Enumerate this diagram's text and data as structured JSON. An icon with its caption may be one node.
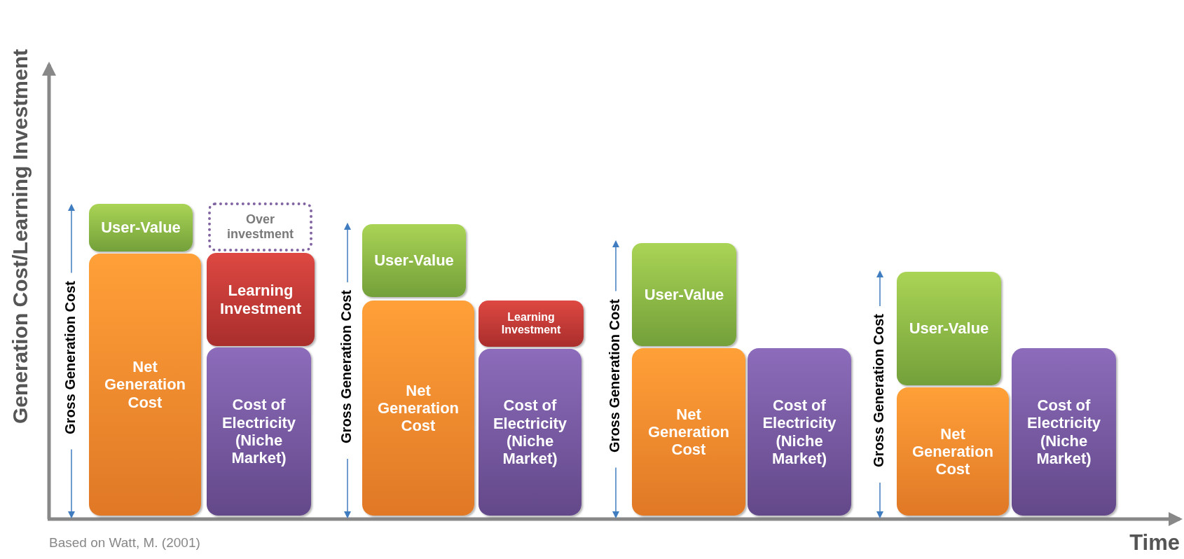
{
  "diagram": {
    "nodes": [
      {
        "text": [
          "User-Value"
        ]
      },
      {
        "text": [
          "Net Generation Cost"
        ]
      },
      {
        "text": [
          "Over investment"
        ]
      },
      {
        "text": [
          "Learning Investment"
        ]
      },
      {
        "text": [
          "Cost of Electricity (Niche Market)"
        ]
      },
      {
        "text": [
          "User-Value"
        ]
      },
      {
        "text": [
          "Net Generation Cost"
        ]
      },
      {
        "text": [
          "Learning Investment"
        ]
      },
      {
        "text": [
          "Cost of Electricity (Niche Market)"
        ]
      },
      {
        "text": [
          "User-Value"
        ]
      },
      {
        "text": [
          "Net Generation Cost"
        ]
      },
      {
        "text": [
          "Cost of Electricity (Niche Market)"
        ]
      },
      {
        "text": [
          "User-Value"
        ]
      },
      {
        "text": [
          "Net Generation Cost"
        ]
      },
      {
        "text": [
          "Cost of Electricity (Niche Market)"
        ]
      }
    ],
    "labels": [
      "Generation Cost/Learning Investment",
      "Gross Generation Cost",
      "Gross Generation Cost",
      "Gross Generation Cost",
      "Gross Generation Cost",
      "Based on Watt, M. (2001)",
      "Time"
    ]
  }
}
